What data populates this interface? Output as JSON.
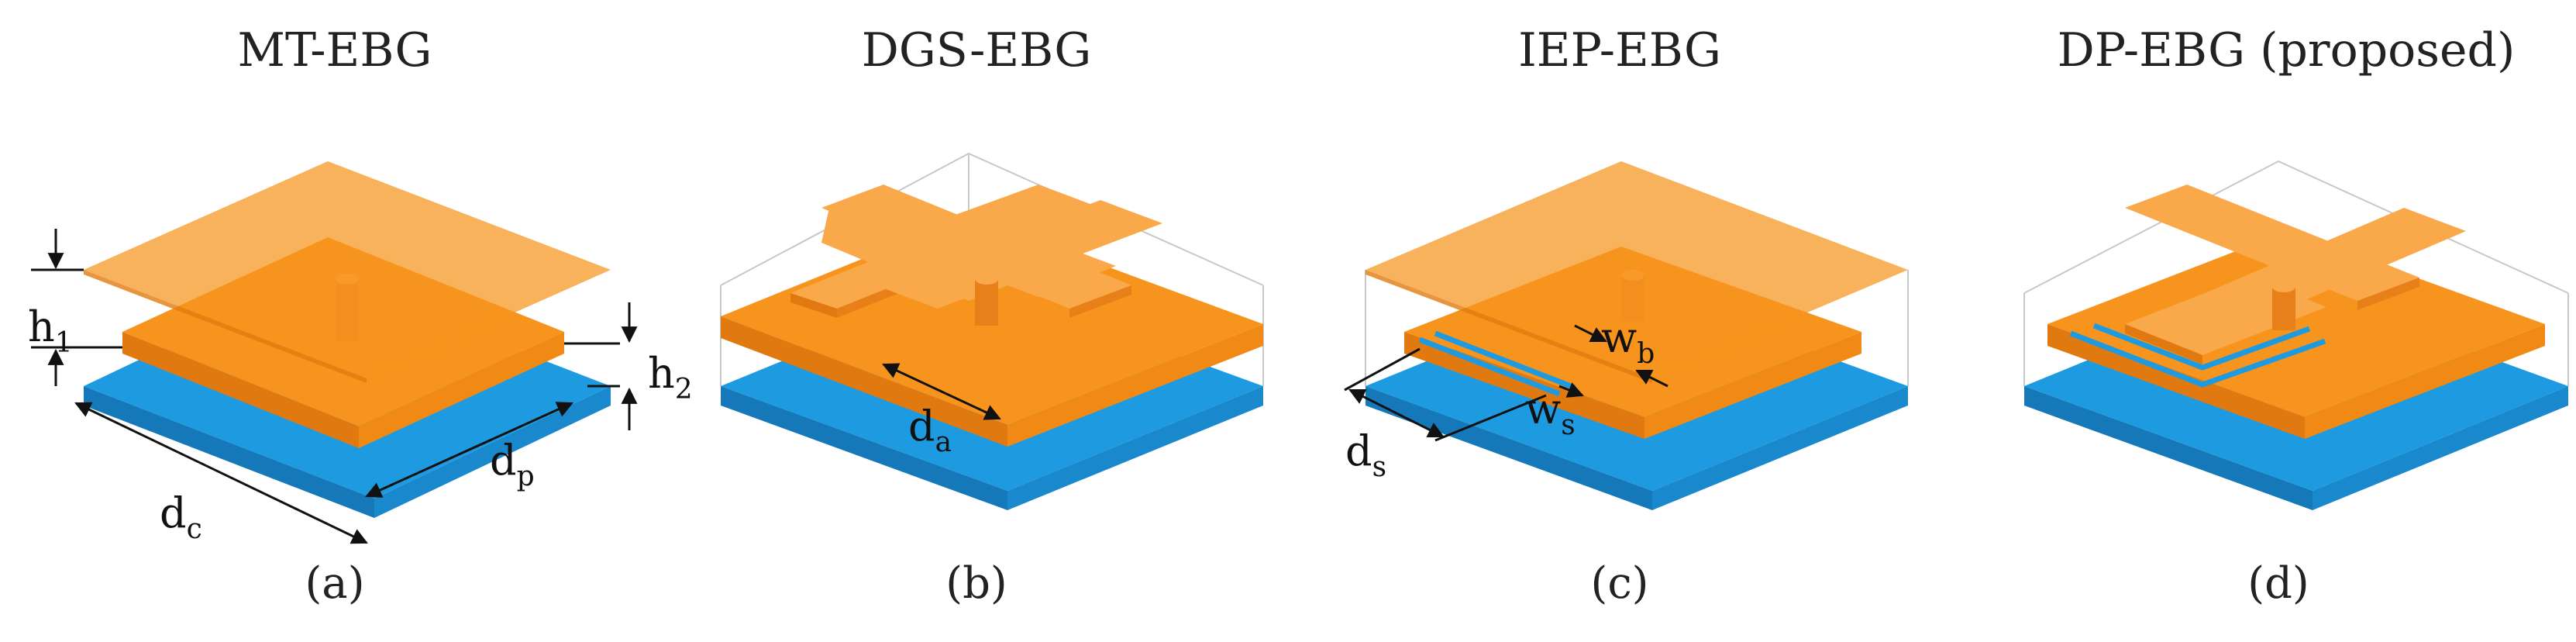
{
  "colors": {
    "copper": "#F7941D",
    "copper_light": "#F9A94A",
    "copper_dark": "#E07A10",
    "copper_side": "#D96F0C",
    "ground": "#1E9BE0",
    "ground_side": "#1578B8",
    "box_line": "#BDBDBD"
  },
  "panels": [
    {
      "title": "MT-EBG",
      "caption": "(a)"
    },
    {
      "title": "DGS-EBG",
      "caption": "(b)"
    },
    {
      "title": "IEP-EBG",
      "caption": "(c)"
    },
    {
      "title": "DP-EBG (proposed)",
      "caption": "(d)"
    }
  ],
  "labels": {
    "h1": "h",
    "h1_sub": "1",
    "h2": "h",
    "h2_sub": "2",
    "dp": "d",
    "dp_sub": "p",
    "dc": "d",
    "dc_sub": "c",
    "da": "d",
    "da_sub": "a",
    "ds": "d",
    "ds_sub": "s",
    "wb": "w",
    "wb_sub": "b",
    "ws": "w",
    "ws_sub": "s"
  }
}
